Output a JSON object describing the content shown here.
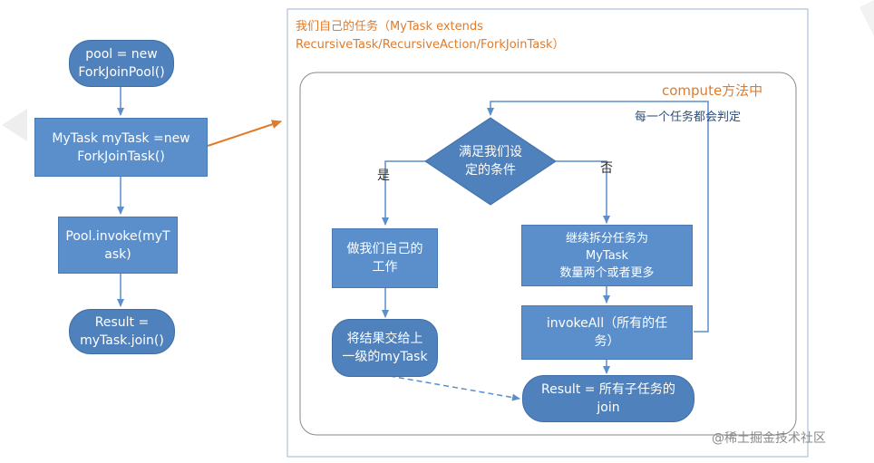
{
  "outer_box": {
    "title_line1": "我们自己的任务（MyTask extends",
    "title_line2": "RecursiveTask/RecursiveAction/ForkJoinTask）"
  },
  "inner_box": {
    "title": "compute方法中",
    "loop_note": "每一个任务都会判定"
  },
  "left_flow": {
    "pool": "pool = new\nForkJoinPool()",
    "mytask": "MyTask myTask =new\nForkJoinTask()",
    "invoke": "Pool.invoke(myT\nask)",
    "result": "Result =\nmyTask.join()"
  },
  "decision": {
    "text": "满足我们设\n定的条件",
    "yes": "是",
    "no": "否"
  },
  "yes_branch": {
    "work": "做我们自己的\n工作",
    "submit": "将结果交给上\n一级的myTask"
  },
  "no_branch": {
    "split": "继续拆分任务为\nMyTask\n数量两个或者更多",
    "invoke_all": "invokeAll（所有的任\n务）",
    "result": "Result = 所有子任务的\njoin"
  },
  "watermark": "@稀土掘金技术社区",
  "colors": {
    "node_fill": "#5b8fcb",
    "pill_fill": "#4f81bd",
    "arrow": "#5b8fcb",
    "orange_arrow": "#e07b2a",
    "title_orange": "#e07b2a",
    "border": "#9db4d0"
  }
}
